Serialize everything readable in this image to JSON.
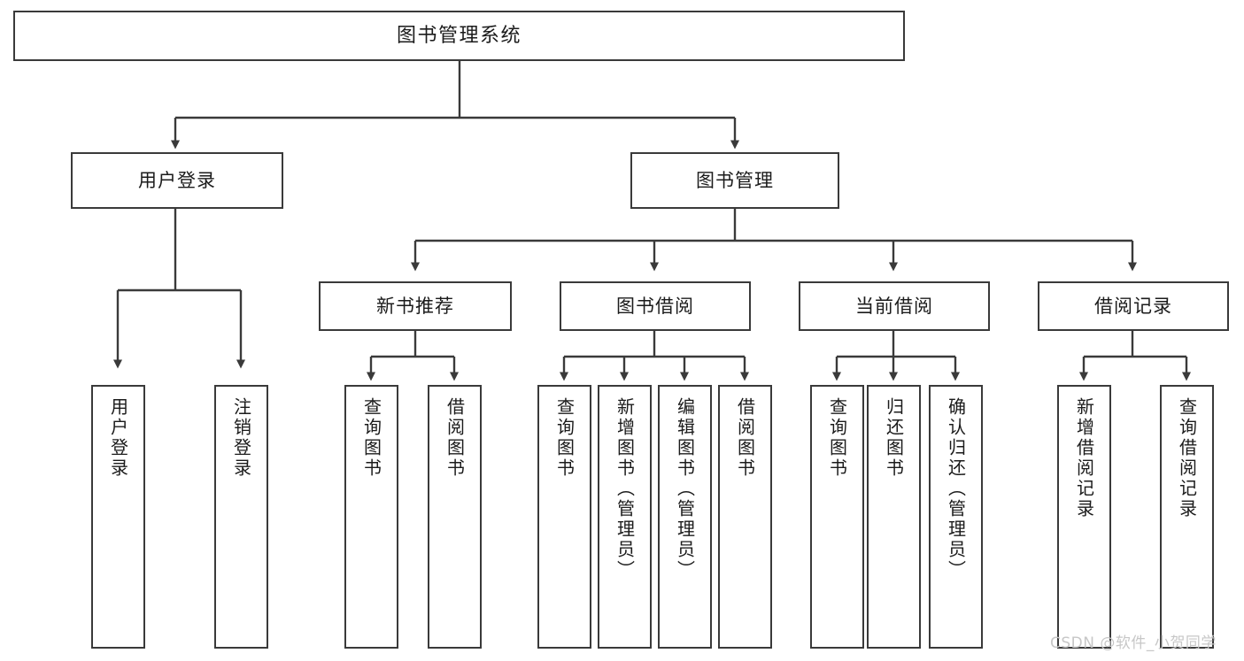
{
  "diagram": {
    "title": "图书管理系统",
    "watermark": "CSDN @软件_小贺同学",
    "line_color": "#3a3a3a",
    "box_fill": "#ffffff",
    "text_color": "#1b1b1b",
    "watermark_color": "#c7c7c7"
  },
  "root": {
    "label": "图书管理系统"
  },
  "level2": [
    {
      "label": "用户登录"
    },
    {
      "label": "图书管理"
    }
  ],
  "level3": [
    {
      "label": "新书推荐"
    },
    {
      "label": "图书借阅"
    },
    {
      "label": "当前借阅"
    },
    {
      "label": "借阅记录"
    }
  ],
  "leaves": {
    "user_login": [
      {
        "label": "用户登录"
      },
      {
        "label": "注销登录"
      }
    ],
    "new_book_recommend": [
      {
        "label": "查询图书"
      },
      {
        "label": "借阅图书"
      }
    ],
    "book_borrow": [
      {
        "label": "查询图书"
      },
      {
        "label": "新增图书（管理员）"
      },
      {
        "label": "编辑图书（管理员）"
      },
      {
        "label": "借阅图书"
      }
    ],
    "current_borrow": [
      {
        "label": "查询图书"
      },
      {
        "label": "归还图书"
      },
      {
        "label": "确认归还（管理员）"
      }
    ],
    "borrow_record": [
      {
        "label": "新增借阅记录"
      },
      {
        "label": "查询借阅记录"
      }
    ]
  }
}
